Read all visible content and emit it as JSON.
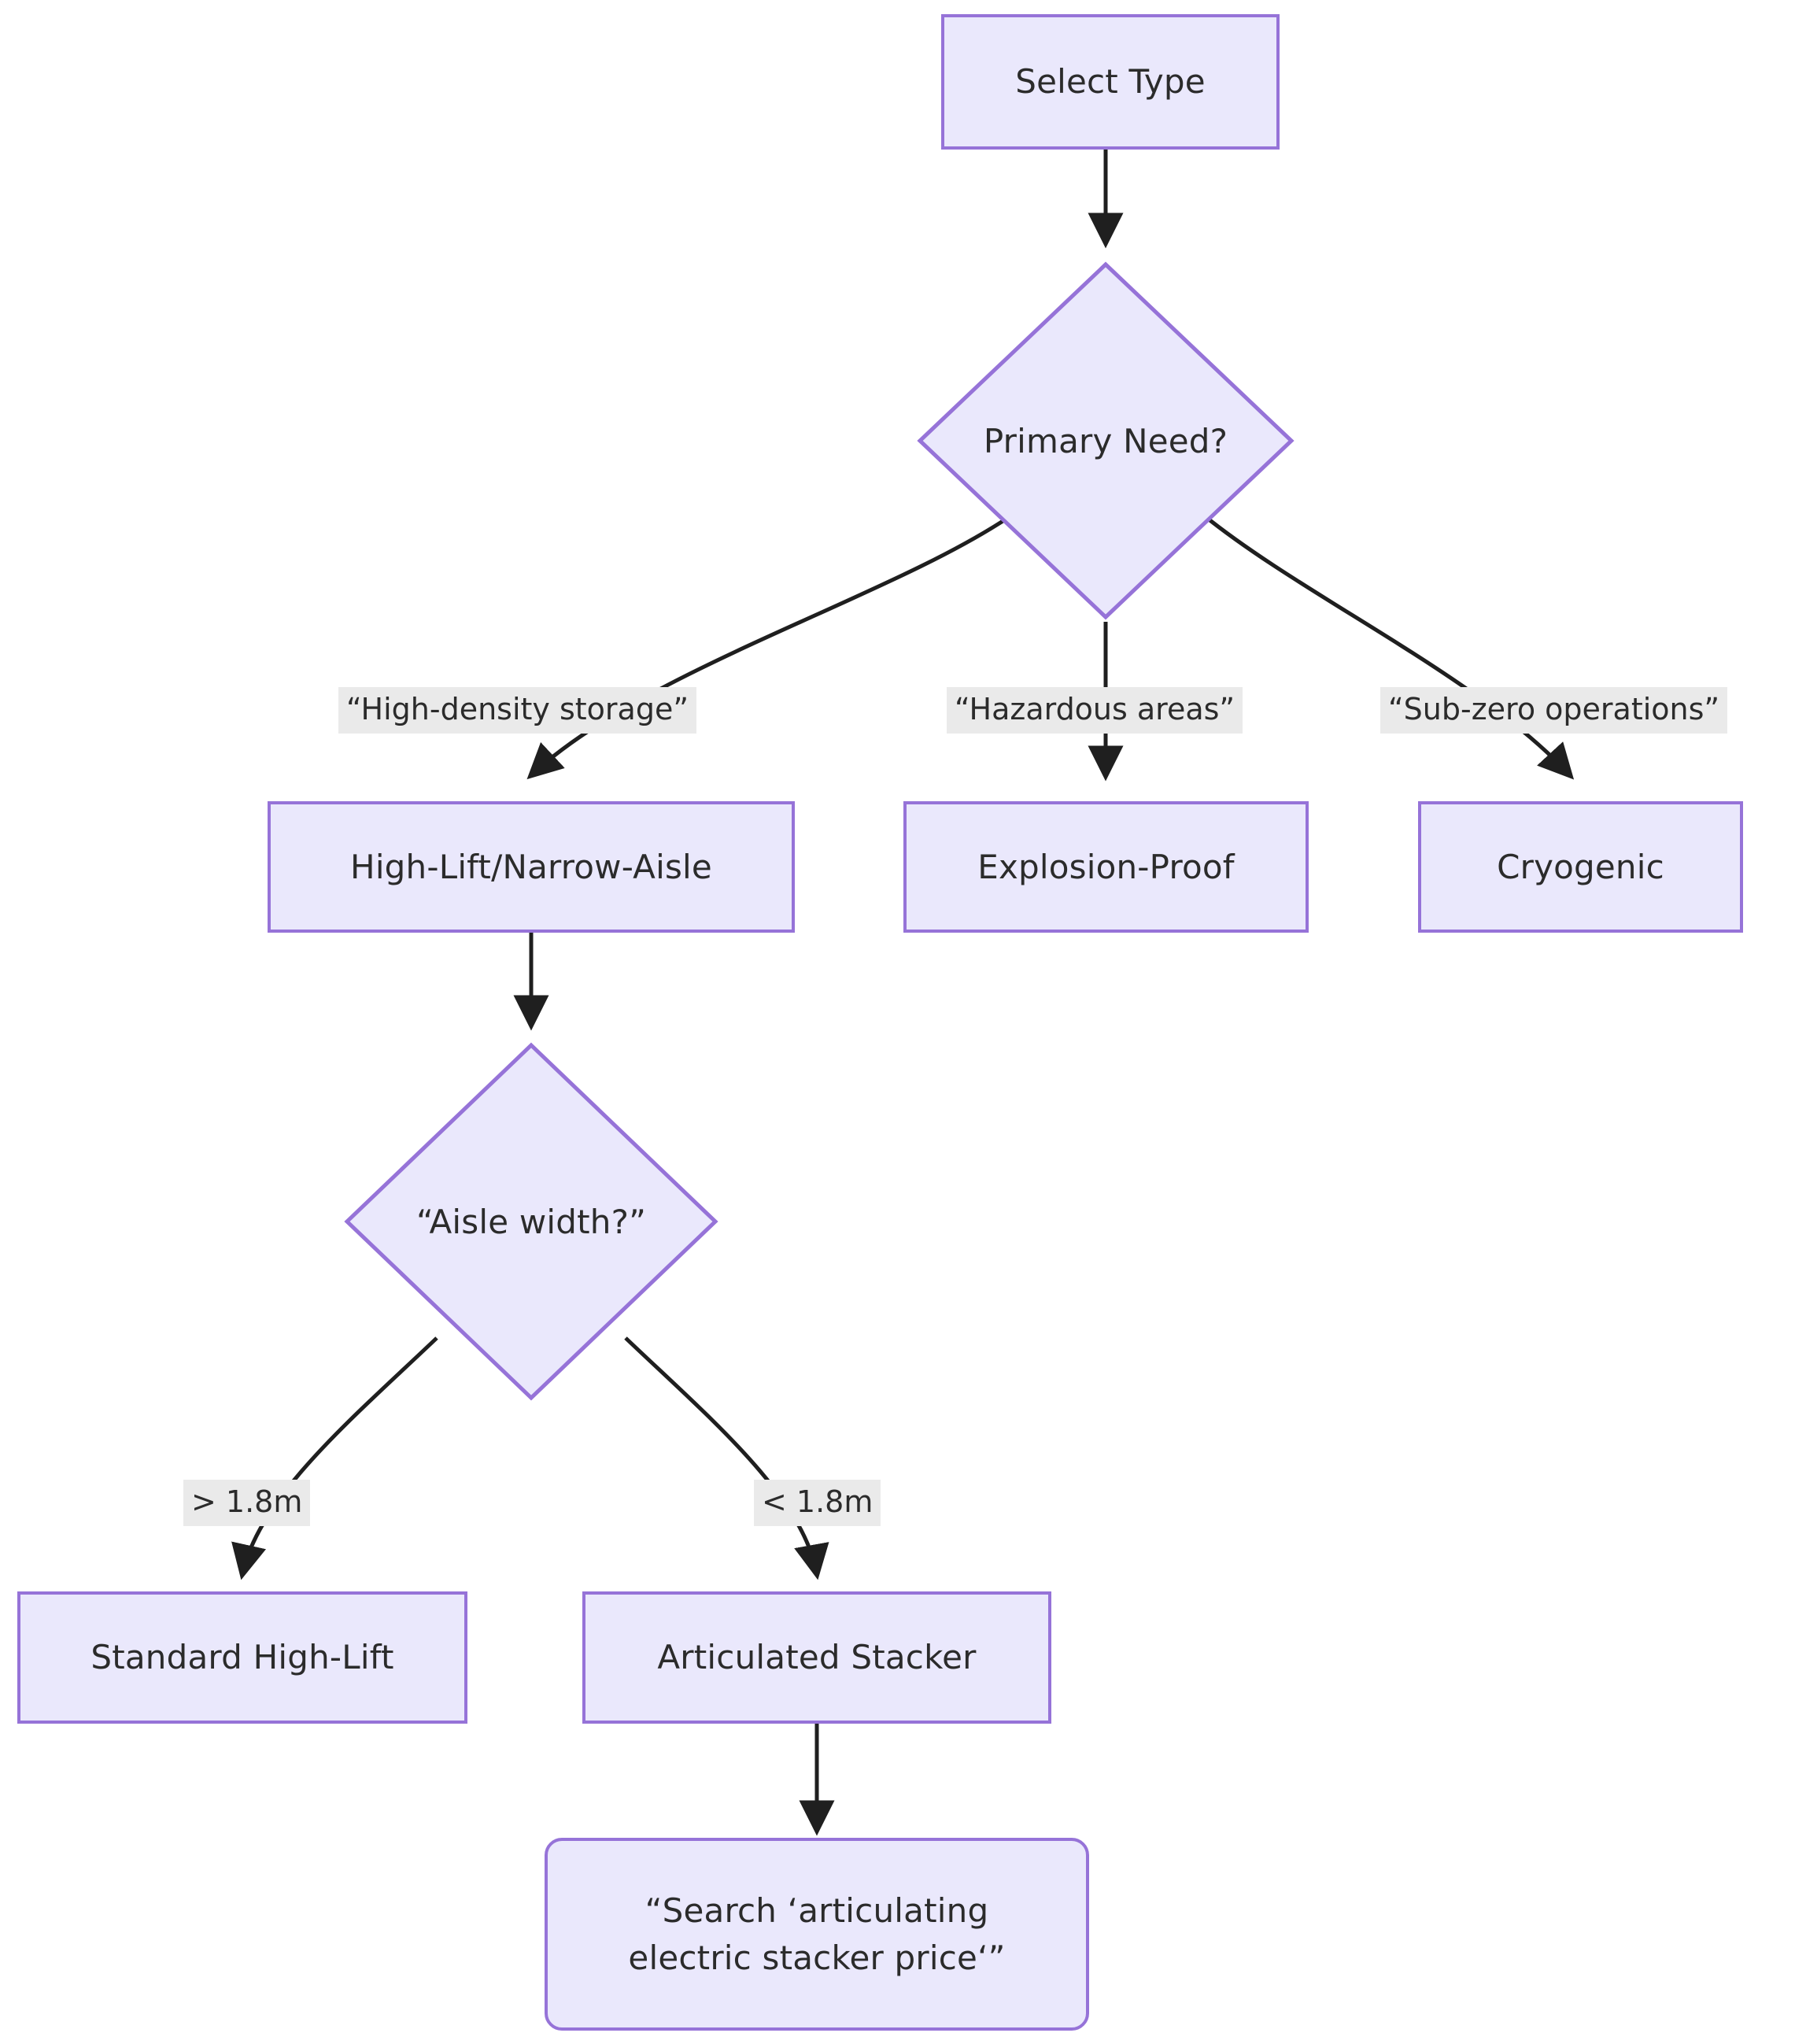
{
  "diagram": {
    "type": "flowchart",
    "direction": "top-down",
    "title": "",
    "theme": {
      "node_fill": "#EAE8FC",
      "node_border": "#9673d8",
      "node_text": "#2b2b2b",
      "edge_stroke": "#1f1f1f",
      "edge_label_bg": "#EAEAEA",
      "canvas_bg": "#ffffff"
    },
    "nodes": [
      {
        "id": "select_type",
        "label": "Select Type",
        "shape": "rect"
      },
      {
        "id": "primary_need",
        "label": "Primary Need?",
        "shape": "diamond"
      },
      {
        "id": "high_lift",
        "label": "High-Lift/Narrow-Aisle",
        "shape": "rect"
      },
      {
        "id": "explosion",
        "label": "Explosion-Proof",
        "shape": "rect"
      },
      {
        "id": "cryogenic",
        "label": "Cryogenic",
        "shape": "rect"
      },
      {
        "id": "aisle_width",
        "label": "“Aisle width?”",
        "shape": "diamond"
      },
      {
        "id": "standard",
        "label": "Standard High-Lift",
        "shape": "rect"
      },
      {
        "id": "articulated",
        "label": "Articulated Stacker",
        "shape": "rect"
      },
      {
        "id": "search",
        "label": "“Search ‘articulating\nelectric stacker price‘”",
        "shape": "rounded-rect"
      }
    ],
    "edges": [
      {
        "from": "select_type",
        "to": "primary_need",
        "label": ""
      },
      {
        "from": "primary_need",
        "to": "high_lift",
        "label": "“High-density storage”"
      },
      {
        "from": "primary_need",
        "to": "explosion",
        "label": "“Hazardous areas”"
      },
      {
        "from": "primary_need",
        "to": "cryogenic",
        "label": "“Sub-zero operations”"
      },
      {
        "from": "high_lift",
        "to": "aisle_width",
        "label": ""
      },
      {
        "from": "aisle_width",
        "to": "standard",
        "label": "> 1.8m"
      },
      {
        "from": "aisle_width",
        "to": "articulated",
        "label": "< 1.8m"
      },
      {
        "from": "articulated",
        "to": "search",
        "label": ""
      }
    ]
  }
}
